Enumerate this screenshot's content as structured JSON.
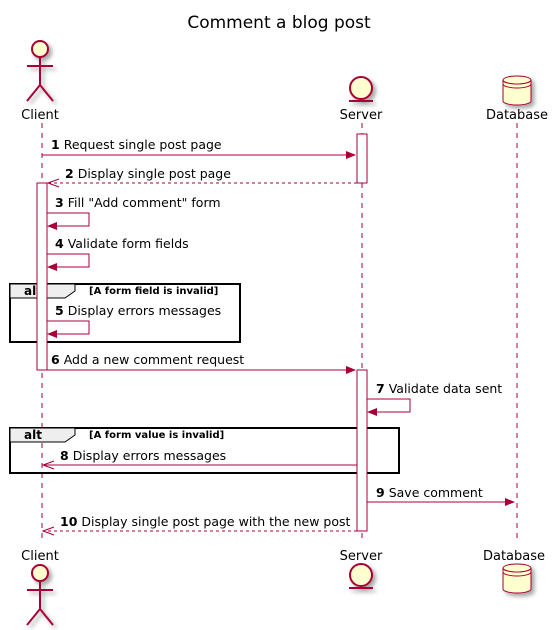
{
  "title": "Comment a blog post",
  "participants": [
    {
      "label": "Client",
      "shape": "actor"
    },
    {
      "label": "Server",
      "shape": "entity"
    },
    {
      "label": "Database",
      "shape": "database"
    }
  ],
  "messages": [
    {
      "num": "1",
      "text": "Request single post page",
      "from": "Client",
      "to": "Server",
      "style": "solid"
    },
    {
      "num": "2",
      "text": "Display single post page",
      "from": "Server",
      "to": "Client",
      "style": "dashed"
    },
    {
      "num": "3",
      "text": "Fill \"Add comment\" form",
      "from": "Client",
      "to": "Client",
      "style": "self"
    },
    {
      "num": "4",
      "text": "Validate form fields",
      "from": "Client",
      "to": "Client",
      "style": "self"
    },
    {
      "num": "5",
      "text": "Display errors messages",
      "from": "Client",
      "to": "Client",
      "style": "self"
    },
    {
      "num": "6",
      "text": "Add a new comment request",
      "from": "Client",
      "to": "Server",
      "style": "solid"
    },
    {
      "num": "7",
      "text": "Validate data sent",
      "from": "Server",
      "to": "Server",
      "style": "self"
    },
    {
      "num": "8",
      "text": "Display errors messages",
      "from": "Server",
      "to": "Client",
      "style": "solid"
    },
    {
      "num": "9",
      "text": "Save comment",
      "from": "Server",
      "to": "Database",
      "style": "solid"
    },
    {
      "num": "10",
      "text": "Display single post page with the new post",
      "from": "Server",
      "to": "Client",
      "style": "dashed"
    }
  ],
  "fragments": [
    {
      "keyword": "alt",
      "condition": "[A form field is invalid]"
    },
    {
      "keyword": "alt",
      "condition": "[A form value is invalid]"
    }
  ],
  "colors": {
    "line": "#A80036",
    "fill": "#FEFECE",
    "text": "#000000"
  }
}
